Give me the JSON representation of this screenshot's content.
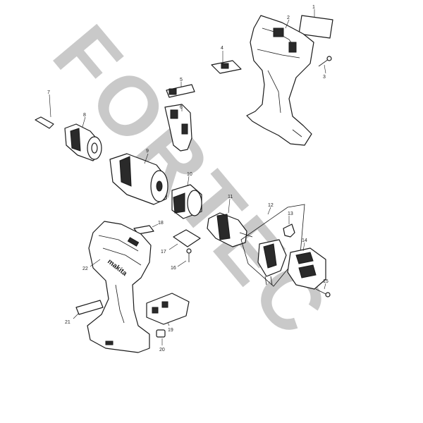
{
  "watermark": "FORTEC",
  "callouts": {
    "c1": "1",
    "c2": "2",
    "c3": "3",
    "c4": "4",
    "c5": "5",
    "c6": "6",
    "c7": "7",
    "c8": "8",
    "c9": "9",
    "c10": "10",
    "c11": "11",
    "c12": "12",
    "c13": "13",
    "c14": "14",
    "c15": "15",
    "c16": "16",
    "c17": "17",
    "c18": "18",
    "c19": "19",
    "c20": "20",
    "c21": "21",
    "c22": "22"
  },
  "logo_text": "makita"
}
